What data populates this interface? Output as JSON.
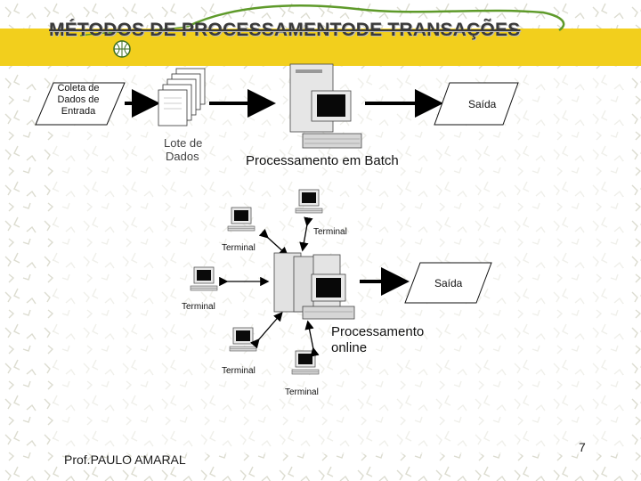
{
  "slide": {
    "title": "MÉTODOS DE PROCESSAMENTODE TRANSAÇÕES",
    "author": "Prof.PAULO AMARAL",
    "page_number": "7"
  },
  "batch": {
    "input_lines": [
      "Coleta de",
      "Dados de",
      "Entrada"
    ],
    "lote_lines": [
      "Lote de",
      "Dados"
    ],
    "output_label": "Saída",
    "caption": "Processamento em Batch"
  },
  "online": {
    "terminals": [
      "Terminal",
      "Terminal",
      "Terminal",
      "Terminal",
      "Terminal"
    ],
    "output_label": "Saída",
    "caption_lines": [
      "Processamento",
      "online"
    ]
  },
  "colors": {
    "band": "#f2cf1d",
    "arrow": "#000000"
  }
}
